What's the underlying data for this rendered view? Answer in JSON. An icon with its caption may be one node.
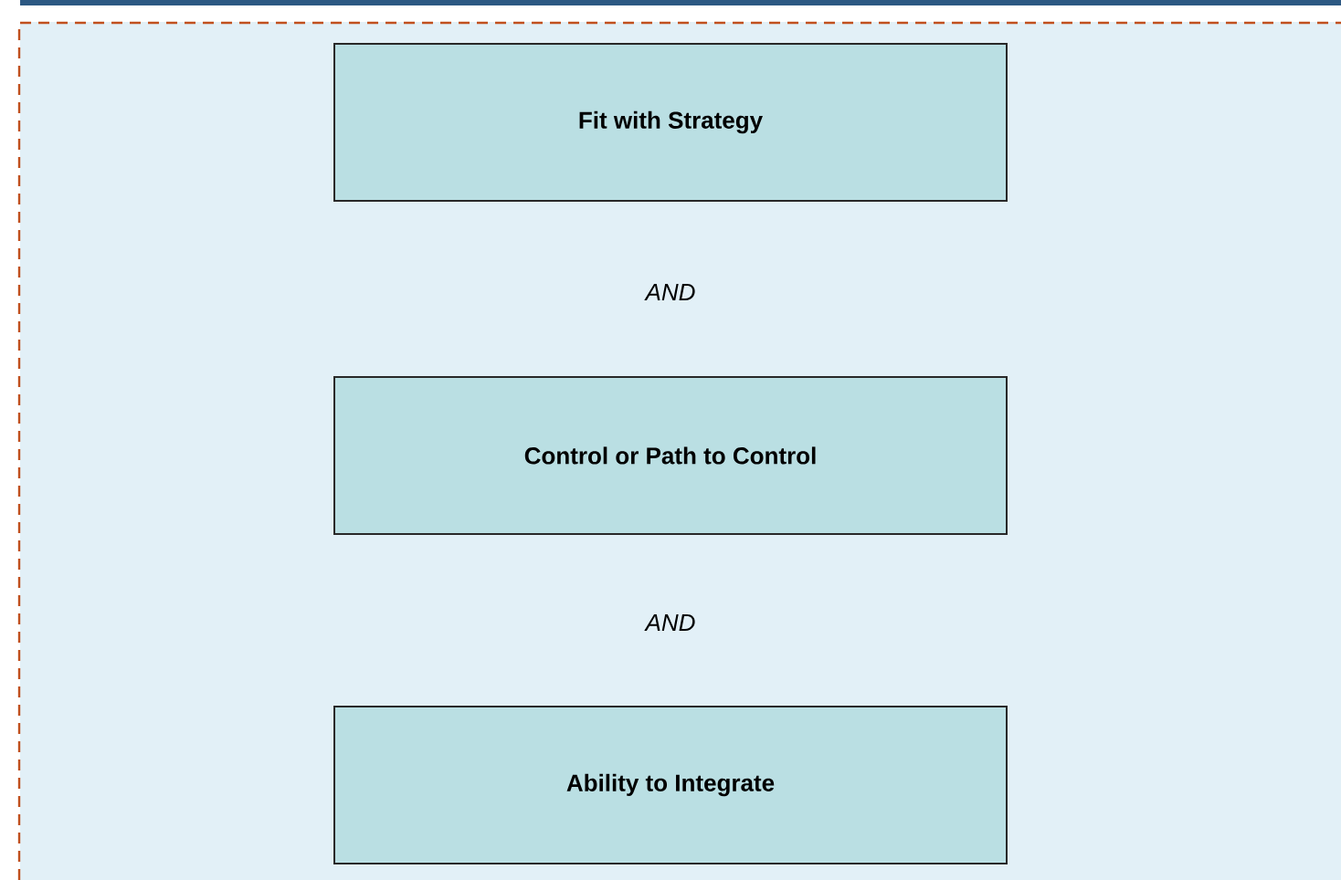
{
  "diagram": {
    "nodes": [
      {
        "text": [
          "Fit with Strategy"
        ]
      },
      {
        "text": [
          "Control or Path to Control"
        ]
      },
      {
        "text": [
          "Ability to Integrate"
        ]
      }
    ],
    "labels": [
      "AND",
      "AND"
    ]
  }
}
